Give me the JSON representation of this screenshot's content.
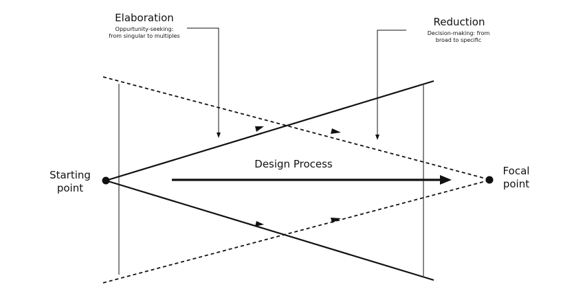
{
  "labels": {
    "elaboration_title": "Elaboration",
    "elaboration_desc_line1": "Oppurtunity-seeking:",
    "elaboration_desc_line2": "from singular to multiples",
    "reduction_title": "Reduction",
    "reduction_desc_line1": "Decision-making: from",
    "reduction_desc_line2": "broad to specific",
    "process_label": "Design Process",
    "start_line1": "Starting",
    "start_line2": "point",
    "focal_line1": "Focal",
    "focal_line2": "point"
  },
  "colors": {
    "line": "#111111",
    "background": "#ffffff"
  }
}
